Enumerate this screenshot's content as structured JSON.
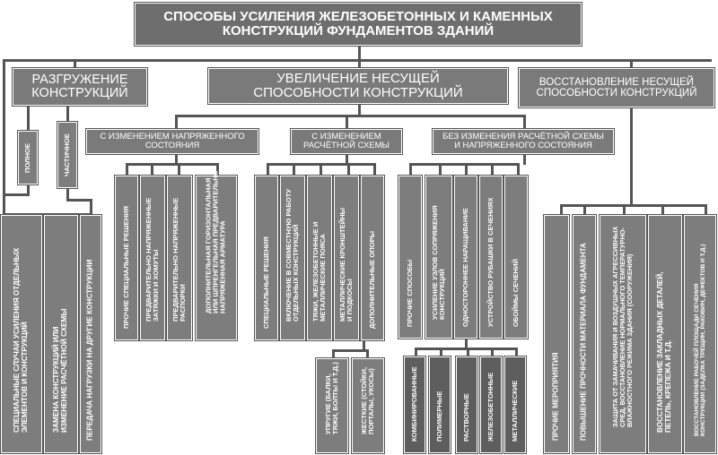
{
  "title": {
    "line1": "СПОСОБЫ УСИЛЕНИЯ ЖЕЛЕЗОБЕТОННЫХ И КАМЕННЫХ",
    "line2": "КОНСТРУКЦИЙ ФУНДАМЕНТОВ ЗДАНИЙ"
  },
  "categories": {
    "unload": {
      "line1": "РАЗГРУЖЕНИЕ",
      "line2": "КОНСТРУКЦИЙ"
    },
    "increase": {
      "line1": "УВЕЛИЧЕНИЕ НЕСУЩЕЙ",
      "line2": "СПОСОБНОСТИ КОНСТРУКЦИЙ"
    },
    "restore": {
      "line1": "ВОССТАНОВЛЕНИЕ НЕСУЩЕЙ",
      "line2": "СПОСОБНОСТИ КОНСТРУКЦИЙ"
    }
  },
  "unload_types": {
    "full": "ПОЛНОЕ",
    "partial": "ЧАСТИЧНОЕ"
  },
  "unload_leaves": [
    {
      "l1": "СПЕЦИАЛЬНЫЕ СЛУЧАИ УСИЛЕНИЯ ОТДЕЛЬНЫХ",
      "l2": "ЭЛЕМЕНТОВ И КОНСТРУКЦИЙ"
    },
    {
      "l1": "ЗАМЕНА КОНСТРУКЦИЙ ИЛИ",
      "l2": "ИЗМЕНЕНИЕ РАСЧЁТНОЙ СХЕМЫ"
    },
    {
      "l1": "ПЕРЕДАЧА НАГРУЗКИ НА ДРУГИЕ КОНСТРУКЦИИ",
      "l2": ""
    }
  ],
  "sub": {
    "stress": {
      "line1": "С ИЗМЕНЕНИЕМ НАПРЯЖЕННОГО",
      "line2": "СОСТОЯНИЯ"
    },
    "scheme": {
      "line1": "С ИЗМЕНЕНИЕМ",
      "line2": "РАСЧЁТНОЙ СХЕМЫ"
    },
    "none": {
      "line1": "БЕЗ ИЗМЕНЕНИЯ РАСЧЁТНОЙ СХЕМЫ",
      "line2": "И НАПРЯЖЕННОГО СОСТОЯНИЯ"
    }
  },
  "stress_leaves": [
    {
      "l1": "ПРОЧИЕ СПЕЦИАЛЬНЫЕ РЕШЕНИЯ",
      "l2": ""
    },
    {
      "l1": "ПРЕДВАРИТЕЛЬНО НАПРЯЖЕННЫЕ",
      "l2": "ЗАТЯЖКИ И ХОМУТЫ"
    },
    {
      "l1": "ПРЕДВАРИТЕЛЬНО НАПРЯЖЕННЫЕ",
      "l2": "РАСПОРКИ"
    },
    {
      "l1": "ДОПОЛНИТЕЛЬНАЯ ГОРИЗОНТАЛЬНАЯ",
      "l2": "ИЛИ ШПРЕНГЕЛЬНАЯ ПРЕДВАРИТЕЛЬНО",
      "l3": "НАПРЯЖЕННАЯ АРМАТУРА"
    }
  ],
  "scheme_leaves": [
    {
      "l1": "СПЕЦИАЛЬНЫЕ РЕШЕНИЯ",
      "l2": ""
    },
    {
      "l1": "ВКЛЮЧЕНИЕ В СОВМЕСТНУЮ РАБОТУ",
      "l2": "ОТДЕЛЬНЫХ КОНСТРУКЦИЙ"
    },
    {
      "l1": "ТЯЖИ, ЖЕЛЕЗОБЕТОННЫЕ И",
      "l2": "МЕТАЛЛИЧЕСКИЕ ПОЯСА"
    },
    {
      "l1": "МЕТАЛЛИЧЕСКИЕ КРОНШТЕЙНЫ",
      "l2": "И ПОДКОСЫ"
    },
    {
      "l1": "ДОПОЛНИТЕЛЬНЫЕ ОПОРЫ",
      "l2": ""
    }
  ],
  "supports": [
    {
      "l1": "УПРУГИЕ (БАЛКИ,",
      "l2": "ТЯЖИ, БОЛТЫ И Т.Д.)"
    },
    {
      "l1": "ЖЕСТКИЕ (СТОЙКИ,",
      "l2": "ПОРТАЛЫ, УКОСЫ)"
    }
  ],
  "none_leaves": [
    {
      "l1": "ПРОЧИЕ СПОСОБЫ",
      "l2": ""
    },
    {
      "l1": "УСИЛЕНИЕ УЗЛОВ СОПРЯЖЕНИЯ",
      "l2": "КОНСТРУКЦИЙ"
    },
    {
      "l1": "ОДНОСТОРОННЕЕ НАРАЩИВАНИЕ",
      "l2": ""
    },
    {
      "l1": "УСТРОЙСТВО РУБАШКИ В СЕЧЕНИЯХ",
      "l2": ""
    },
    {
      "l1": "ОБОЙМЫ СЕЧЕНИЙ",
      "l2": ""
    }
  ],
  "materials": [
    "КОМБИНИРОВАННЫЕ",
    "ПОЛИМЕРНЫЕ",
    "РАСТВОРНЫЕ",
    "ЖЕЛЕЗОБЕТОННЫЕ",
    "МЕТАЛЛИЧЕСКИЕ"
  ],
  "restore_leaves": [
    {
      "l1": "ПРОЧИЕ МЕРОПРИЯТИЯ",
      "l2": ""
    },
    {
      "l1": "ПОВЫШЕНИЕ ПРОЧНОСТИ МАТЕРИАЛА ФУНДАМЕНТА",
      "l2": ""
    },
    {
      "l1": "ЗАЩИТА ОТ ЗАМАЧИВАНИЯ И ВОЗДУШНЫХ АГРЕССИВНЫХ",
      "l2": "СРЕД, ВОССТАНОВЛЕНИЕ НОРМАЛЬНОГО ТЕМПЕРАТУРНО-",
      "l3": "ВЛАЖНОСТНОГО РЕЖИМА ЗДАНИЯ (СООРУЖЕНИЯ)"
    },
    {
      "l1": "ВОССТАНОВЛЕНИЕ ЗАКЛАДНЫХ ДЕТАЛЕЙ,",
      "l2": "ПЕТЕЛЬ, КРЕПЕЖА И Т.Д."
    },
    {
      "l1": "ВОССТАНОВЛЕНИЕ РАБОЧЕЙ ПЛОЩАДИ СЕЧЕНИЯ",
      "l2": "КОНСТРУКЦИИ (ЗАДЕЛКА ТРЕЩИН, РАКОВИН, ДЕФЕКТОВ И Т.Д.)"
    }
  ]
}
